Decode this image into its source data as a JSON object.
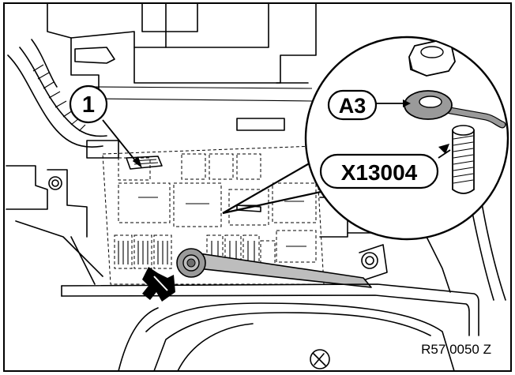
{
  "callouts": {
    "item_1": "1",
    "a3": "A3",
    "x13004": "X13004"
  },
  "reference_code": "R57 0050 Z",
  "colors": {
    "ink": "#000000",
    "paper": "#ffffff",
    "shade": "#9a9a9a",
    "highlight": "#bdbdbd"
  }
}
